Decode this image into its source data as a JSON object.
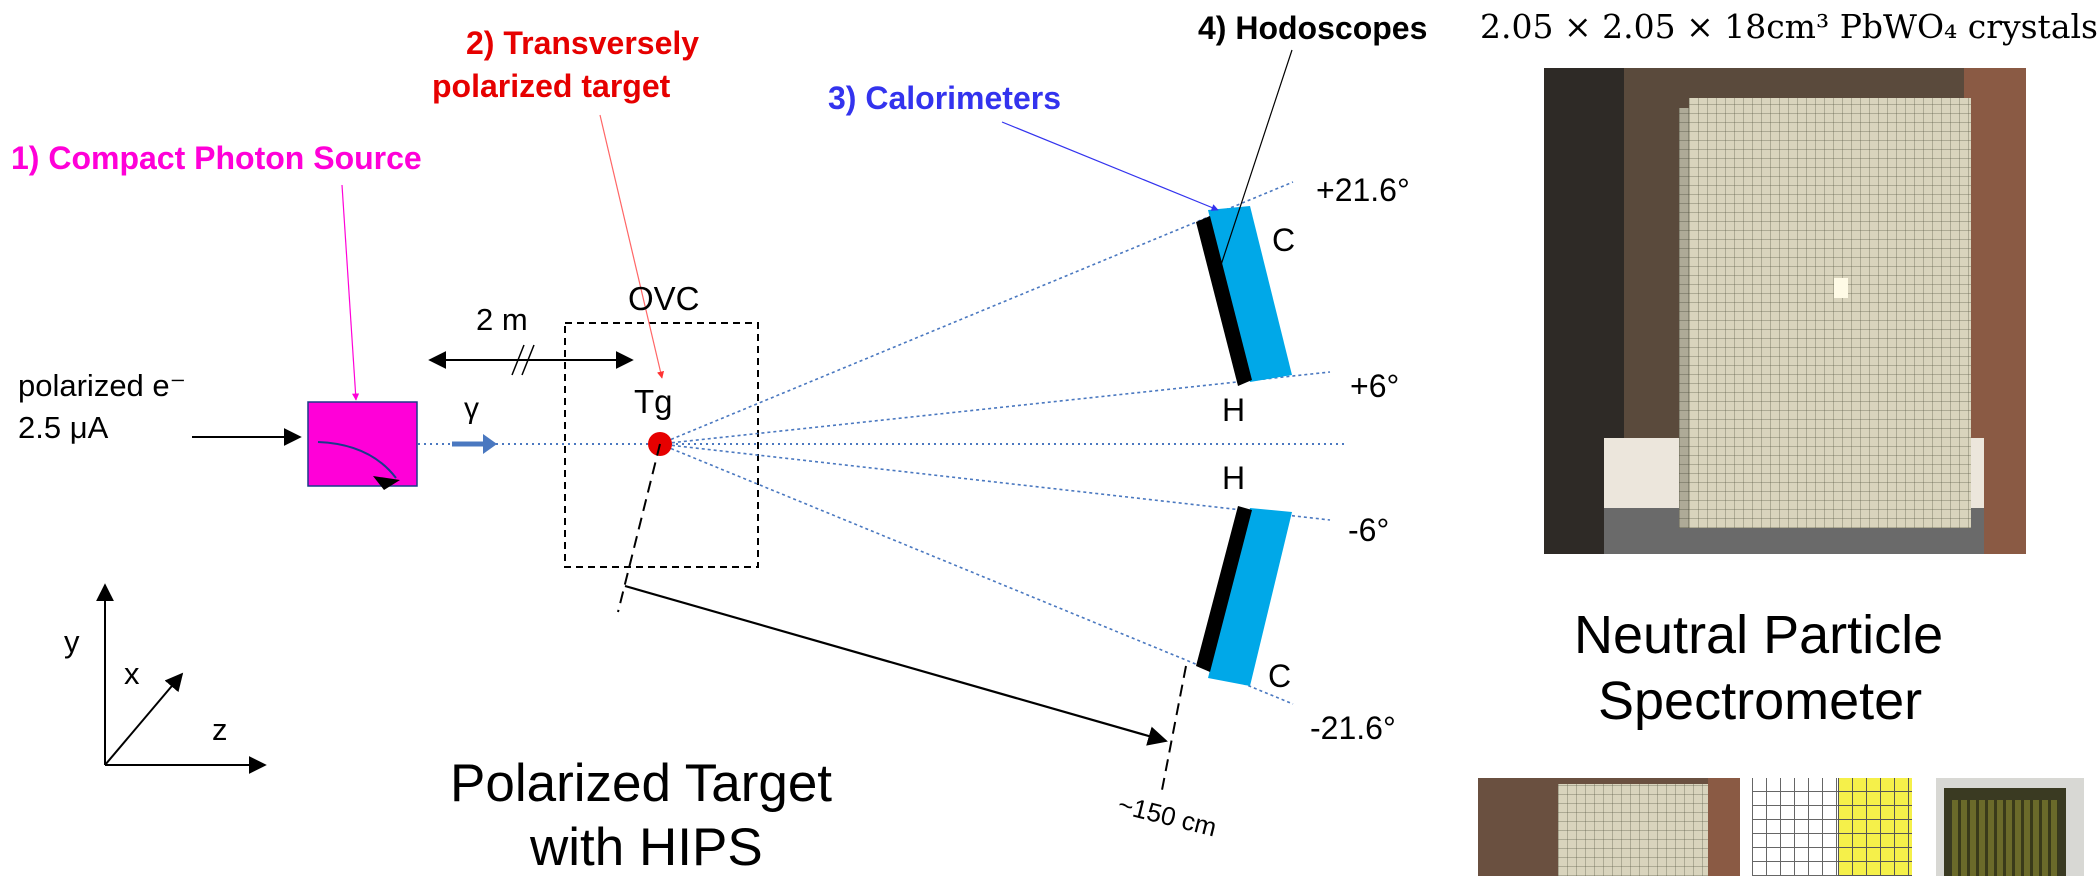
{
  "labels": {
    "compact_photon_source": "1) Compact Photon Source",
    "polarized_target_line1": "2) Transversely",
    "polarized_target_line2": "polarized target",
    "calorimeters": "3) Calorimeters",
    "hodoscopes": "4) Hodoscopes",
    "crystal_spec": "2.05 × 2.05 × 18cm³ PbWO₄ crystals",
    "beam_line1": "polarized e⁻",
    "beam_line2": "2.5 μA",
    "gamma": "γ",
    "distance": "2 m",
    "ovc": "OVC",
    "target": "Tg",
    "distance_150": "~150 cm",
    "angle_top": "+21.6°",
    "angle_upper_mid": "+6°",
    "angle_lower_mid": "-6°",
    "angle_bottom": "-21.6°",
    "calorimeter_letter_top": "C",
    "calorimeter_letter_bottom": "C",
    "hodoscope_letter_top": "H",
    "hodoscope_letter_bottom": "H",
    "axis_y": "y",
    "axis_x": "x",
    "axis_z": "z",
    "caption_left_line1": "Polarized Target",
    "caption_left_line2": "with HIPS",
    "caption_right_line1": "Neutral Particle",
    "caption_right_line2": "Spectrometer"
  },
  "colors": {
    "photon_source": "#ff00d8",
    "calorimeter": "#00a8e8",
    "hodoscope": "#000000",
    "target": "#e60000",
    "title_magenta": "#ff00d8",
    "title_red": "#e60000",
    "title_blue": "#3333ee",
    "cone_lines": "#4a78c0"
  }
}
